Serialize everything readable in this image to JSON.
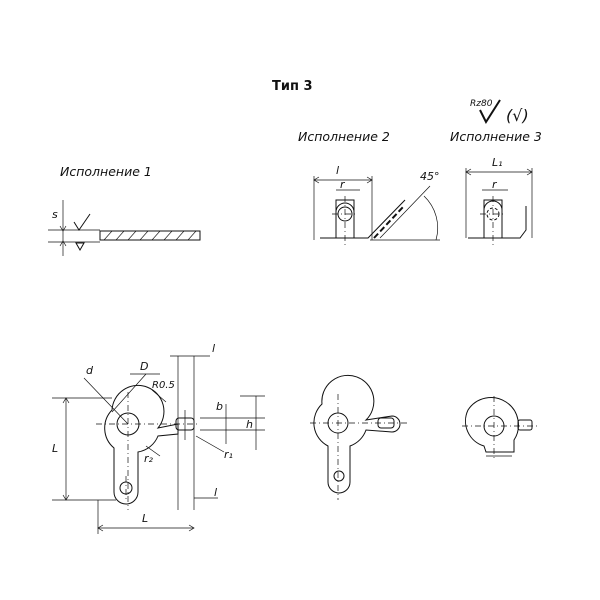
{
  "title": "Тип 3",
  "variants": {
    "v1": "Исполнение 1",
    "v2": "Исполнение 2",
    "v3": "Исполнение 3"
  },
  "roughness": {
    "value": "Rz80",
    "bracket": "(√)"
  },
  "dimensions": {
    "s": "s",
    "l_small": "l",
    "l1": "L₁",
    "r": "r",
    "r_v3": "r",
    "angle": "45°",
    "d": "d",
    "D": "D",
    "R05": "R0.5",
    "l_top": "l",
    "b": "b",
    "h": "h",
    "r2": "r₂",
    "r1": "r₁",
    "L_vertical": "L",
    "L_horizontal": "L",
    "l_bottom": "l"
  }
}
